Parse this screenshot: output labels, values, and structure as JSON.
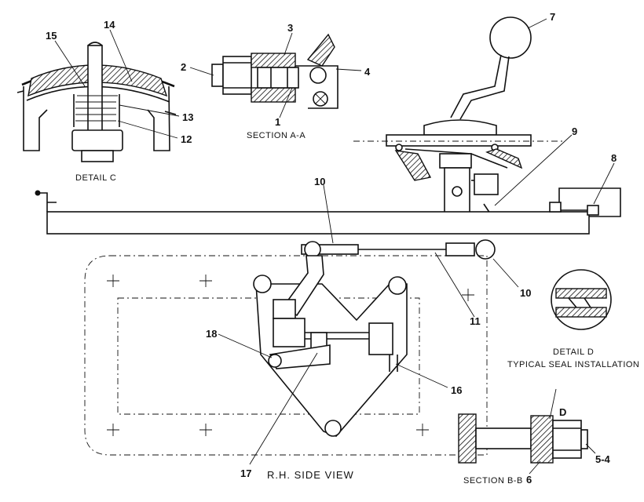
{
  "callouts": {
    "c1": "1",
    "c2": "2",
    "c3": "3",
    "c4": "4",
    "c5_4": "5-4",
    "c6": "6",
    "c7": "7",
    "c8": "8",
    "c9": "9",
    "c10a": "10",
    "c10b": "10",
    "c11": "11",
    "c12": "12",
    "c13": "13",
    "c14": "14",
    "c15": "15",
    "c16": "16",
    "c17": "17",
    "c18": "18",
    "cD": "D"
  },
  "captions": {
    "detail_c": "DETAIL C",
    "section_aa": "SECTION A-A",
    "detail_d": "DETAIL D",
    "typical_seal": "TYPICAL SEAL INSTALLATION",
    "rh_side_view": "R.H. SIDE VIEW",
    "section_bb": "SECTION B-B"
  }
}
